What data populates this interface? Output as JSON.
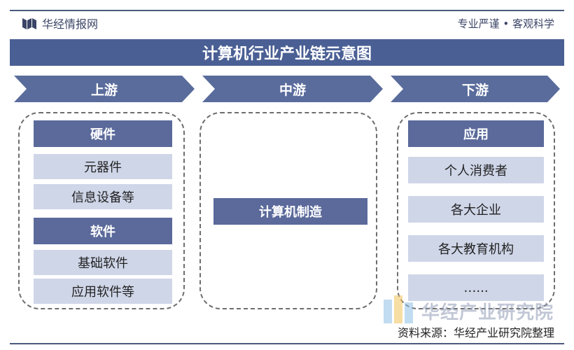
{
  "header": {
    "brand": "华经情报网",
    "slogan": "专业严谨 • 客观科学"
  },
  "title": "计算机行业产业链示意图",
  "stages": {
    "upstream": {
      "label": "上游",
      "groups": [
        {
          "header": "硬件",
          "items": [
            "元器件",
            "信息设备等"
          ]
        },
        {
          "header": "软件",
          "items": [
            "基础软件",
            "应用软件等"
          ]
        }
      ]
    },
    "midstream": {
      "label": "中游",
      "items": [
        "计算机制造"
      ]
    },
    "downstream": {
      "label": "下游",
      "header": "应用",
      "items": [
        "个人消费者",
        "各大企业",
        "各大教育机构",
        "…..."
      ]
    }
  },
  "watermark": "华经产业研究院",
  "source": "资料来源：华经产业研究院整理",
  "colors": {
    "primary": "#4a5f94",
    "chevron": "#5a6c9c",
    "dark_box": "#5b6a9b",
    "light_box": "#cfd6e8",
    "dashed_border": "#6e6e6e"
  }
}
